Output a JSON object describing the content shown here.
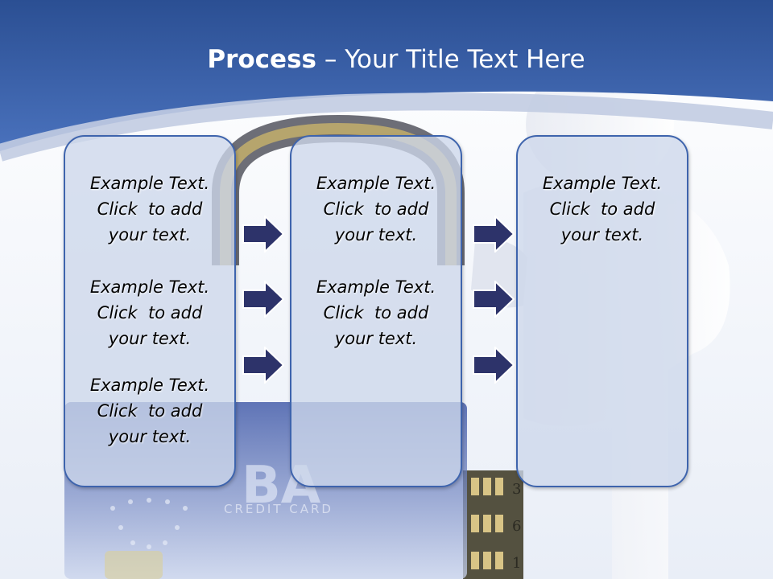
{
  "slide": {
    "title_bold": "Process",
    "title_rest": "– Your Title Text Here"
  },
  "columns": [
    {
      "blocks": [
        {
          "lines": [
            "Example Text.",
            "Click  to add",
            "your text."
          ]
        },
        {
          "lines": [
            "Example Text.",
            "Click  to add",
            "your text."
          ]
        },
        {
          "lines": [
            "Example Text.",
            "Click  to add",
            "your text."
          ]
        }
      ]
    },
    {
      "blocks": [
        {
          "lines": [
            "Example Text.",
            "Click  to add",
            "your text."
          ]
        },
        {
          "lines": [
            "Example Text.",
            "Click  to add",
            "your text."
          ]
        }
      ]
    },
    {
      "blocks": [
        {
          "lines": [
            "Example Text.",
            "Click  to add",
            "your text."
          ]
        }
      ]
    }
  ],
  "background_image": {
    "card_lettering": "BA",
    "card_subtitle": "CREDIT CARD",
    "lock_digits": [
      "3",
      "6",
      "1"
    ]
  },
  "colors": {
    "header_top": "#2b4f93",
    "header_bottom": "#4a72bd",
    "box_border": "#3e64ad",
    "arrow_fill": "#2d336a"
  }
}
